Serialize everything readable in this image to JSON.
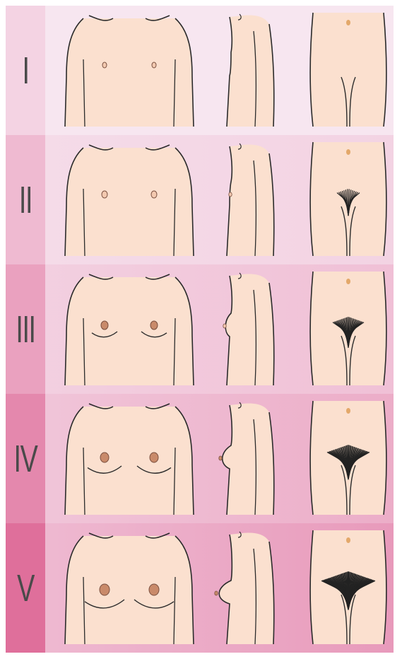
{
  "stages": [
    {
      "numeral": "I",
      "level": 1,
      "breast_level": 0,
      "pubic_level": 0
    },
    {
      "numeral": "II",
      "level": 2,
      "breast_level": 1,
      "pubic_level": 1
    },
    {
      "numeral": "III",
      "level": 3,
      "breast_level": 2,
      "pubic_level": 2
    },
    {
      "numeral": "IV",
      "level": 4,
      "breast_level": 3,
      "pubic_level": 3
    },
    {
      "numeral": "V",
      "level": 5,
      "breast_level": 4,
      "pubic_level": 4
    }
  ],
  "colors": {
    "skin": "#fbe0cf",
    "outline": "#2b2b2b",
    "nipple": "#c98a6a",
    "hair": "#222222",
    "band_light": "#f7e6f0",
    "band_dark": "#e89abb",
    "strip_light": "#f4d3e3",
    "strip_dark": "#df6f9b"
  }
}
